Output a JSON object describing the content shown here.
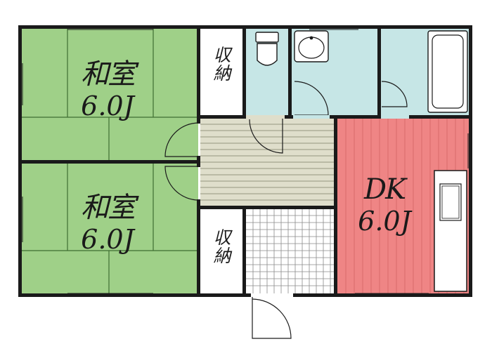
{
  "rooms": {
    "washitsu_top": {
      "name": "和室",
      "size": "6.0J"
    },
    "washitsu_bottom": {
      "name": "和室",
      "size": "6.0J"
    },
    "dk": {
      "name": "DK",
      "size": "6.0J"
    }
  },
  "storage": {
    "top": {
      "line1": "収",
      "line2": "納"
    },
    "bottom": {
      "line1": "収",
      "line2": "納"
    }
  },
  "colors": {
    "tatami": "#9fd088",
    "dk_floor": "#ef8585",
    "wet_area": "#c6e6e6",
    "corridor": "#dfdecb",
    "wall": "#1a1a1a"
  }
}
